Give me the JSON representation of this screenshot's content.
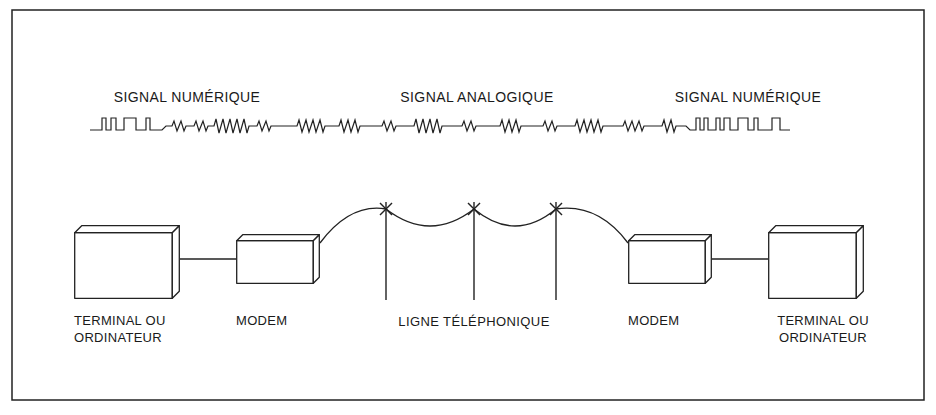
{
  "diagram": {
    "nodes": [
      {
        "text": [
          "TERMINAL OU ORDINATEUR"
        ]
      },
      {
        "text": [
          "MODEM"
        ]
      },
      {
        "text": [
          "MODEM"
        ]
      },
      {
        "text": [
          "TERMINAL OU ORDINATEUR"
        ]
      }
    ],
    "edges": [
      {
        "from": 0,
        "to": 1,
        "arrow": "none"
      },
      {
        "from": 1,
        "to": 2,
        "arrow": "none"
      },
      {
        "from": 2,
        "to": 3,
        "arrow": "none"
      }
    ],
    "labels": [
      "SIGNAL NUMÉRIQUE",
      "SIGNAL ANALOGIQUE",
      "SIGNAL NUMÉRIQUE",
      "LIGNE TÉLÉPHONIQUE"
    ]
  }
}
